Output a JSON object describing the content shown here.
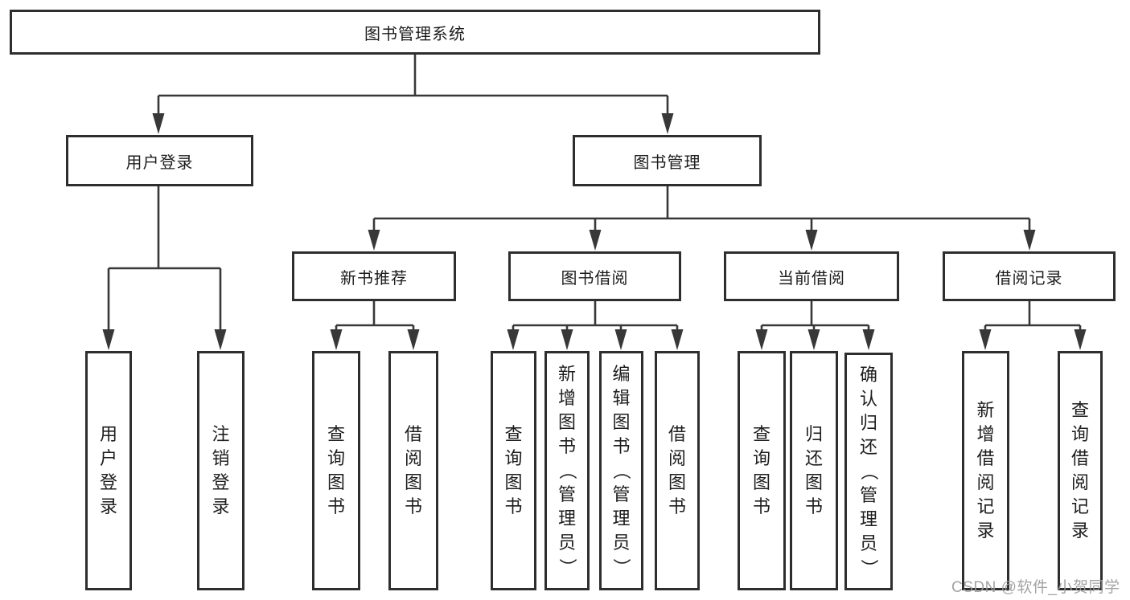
{
  "tree": {
    "root": "图书管理系统",
    "level2": [
      {
        "label": "用户登录",
        "children": [
          "用户登录",
          "注销登录"
        ]
      },
      {
        "label": "图书管理"
      }
    ],
    "level3": [
      {
        "label": "新书推荐",
        "children": [
          "查询图书",
          "借阅图书"
        ]
      },
      {
        "label": "图书借阅",
        "children": [
          "查询图书",
          "新增图书（管理员）",
          "编辑图书（管理员）",
          "借阅图书"
        ]
      },
      {
        "label": "当前借阅",
        "children": [
          "查询图书",
          "归还图书",
          "确认归还（管理员）"
        ]
      },
      {
        "label": "借阅记录",
        "children": [
          "新增借阅记录",
          "查询借阅记录"
        ]
      }
    ]
  },
  "watermark": {
    "text": "CSDN @软件_小贺同学"
  },
  "colors": {
    "line": "#383838",
    "box_border": "#2e2e2e",
    "text": "#1d1d1f",
    "watermark": "#9c9c9c",
    "background": "#ffffff"
  }
}
